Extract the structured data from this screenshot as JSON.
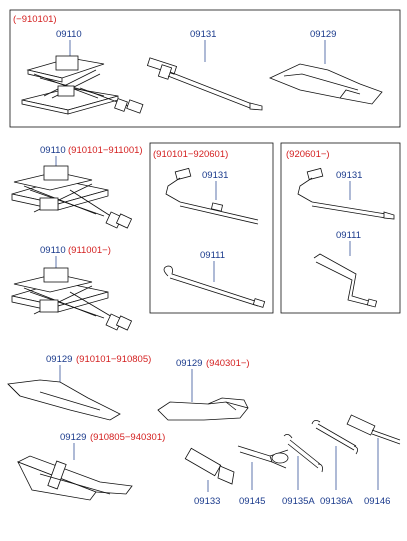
{
  "box_top": {
    "range": "(−910101)",
    "labels": {
      "jack": "09110",
      "handle": "09131",
      "bag": "09129"
    }
  },
  "jack2": {
    "code": "09110",
    "range": "(910101−911001)"
  },
  "jack3": {
    "code": "09110",
    "range": "(911001−)"
  },
  "box_mid": {
    "range": "(910101−920601)",
    "labels": {
      "handle": "09131",
      "rod": "09111"
    }
  },
  "box_right": {
    "range": "(920601−)",
    "labels": {
      "handle": "09131",
      "rod": "09111"
    }
  },
  "bag1": {
    "code": "09129",
    "range": "(910101−910805)"
  },
  "bag2": {
    "code": "09129",
    "range": "(940301−)"
  },
  "bag3": {
    "code": "09129",
    "range": "(910805−940301)"
  },
  "tools": {
    "t09133": "09133",
    "t09145": "09145",
    "t09135a": "09135A",
    "t09136a": "09136A",
    "t09146": "09146"
  }
}
